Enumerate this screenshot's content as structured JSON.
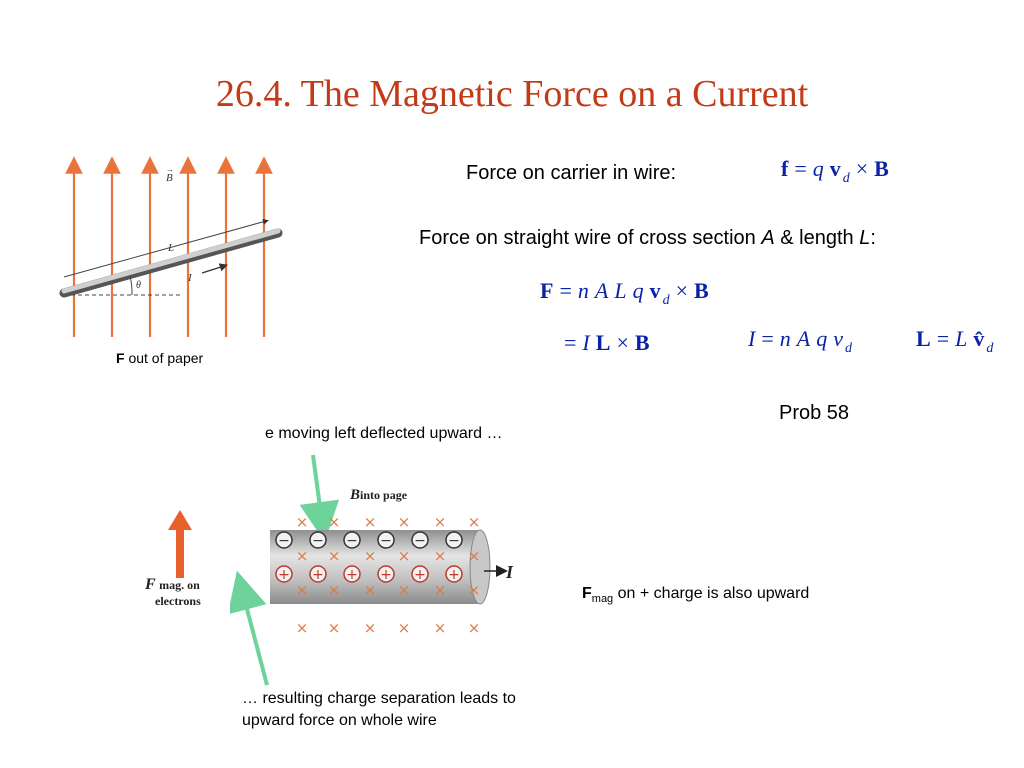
{
  "slide": {
    "title": "26.4. The Magnetic Force on a Current",
    "left_figure": {
      "caption_bold": "F",
      "caption_rest": " out of paper",
      "label_B": "B",
      "label_L": "L",
      "label_I": "I",
      "label_theta": "θ"
    },
    "force_carrier": {
      "label": "Force on carrier in wire:",
      "eq": {
        "f": "f",
        "equals": "=",
        "q": "q",
        "v": "v",
        "d": "d",
        "cross": "×",
        "B": "B"
      }
    },
    "force_wire": {
      "label_pre": "Force on straight wire of cross section ",
      "label_A": "A",
      "label_mid": " & length ",
      "label_L": "L",
      "label_end": ":",
      "eq1": {
        "F": "F",
        "equals": "=",
        "n": "n",
        "A": "A",
        "L": "L",
        "q": "q",
        "v": "v",
        "d": "d",
        "cross": "×",
        "B": "B"
      },
      "eq2": {
        "equals": "=",
        "I": "I",
        "L": "L",
        "cross": "×",
        "B": "B"
      },
      "eq_I": {
        "I": "I",
        "equals": "=",
        "n": "n",
        "A": "A",
        "q": "q",
        "v": "v",
        "d": "d"
      },
      "eq_L": {
        "L": "L",
        "equals": "=",
        "L2": "L",
        "v_hat": "v̂",
        "d": "d"
      }
    },
    "prob": "Prob 58",
    "bottom": {
      "note_top": "e moving left deflected upward …",
      "note_bottom": "… resulting charge separation leads to upward force on whole wire",
      "fmag_bold": "F",
      "fmag_sub": "mag",
      "fmag_rest": " on + charge is also upward",
      "label_B": "B",
      "label_B_sub": "into page",
      "label_F": "F",
      "label_F_sub1": "mag. on",
      "label_F_sub2": "electrons",
      "label_I": "I",
      "minus_sign": "−",
      "plus_sign": "+",
      "cross_mark": "×"
    },
    "colors": {
      "title": "#c33a17",
      "field_line": "#e8743b",
      "arrow_green": "#6ed39a",
      "wire_gray": "#b9b9b9",
      "eq_blue": "#0b22a8",
      "cross": "#e07a3f"
    }
  }
}
